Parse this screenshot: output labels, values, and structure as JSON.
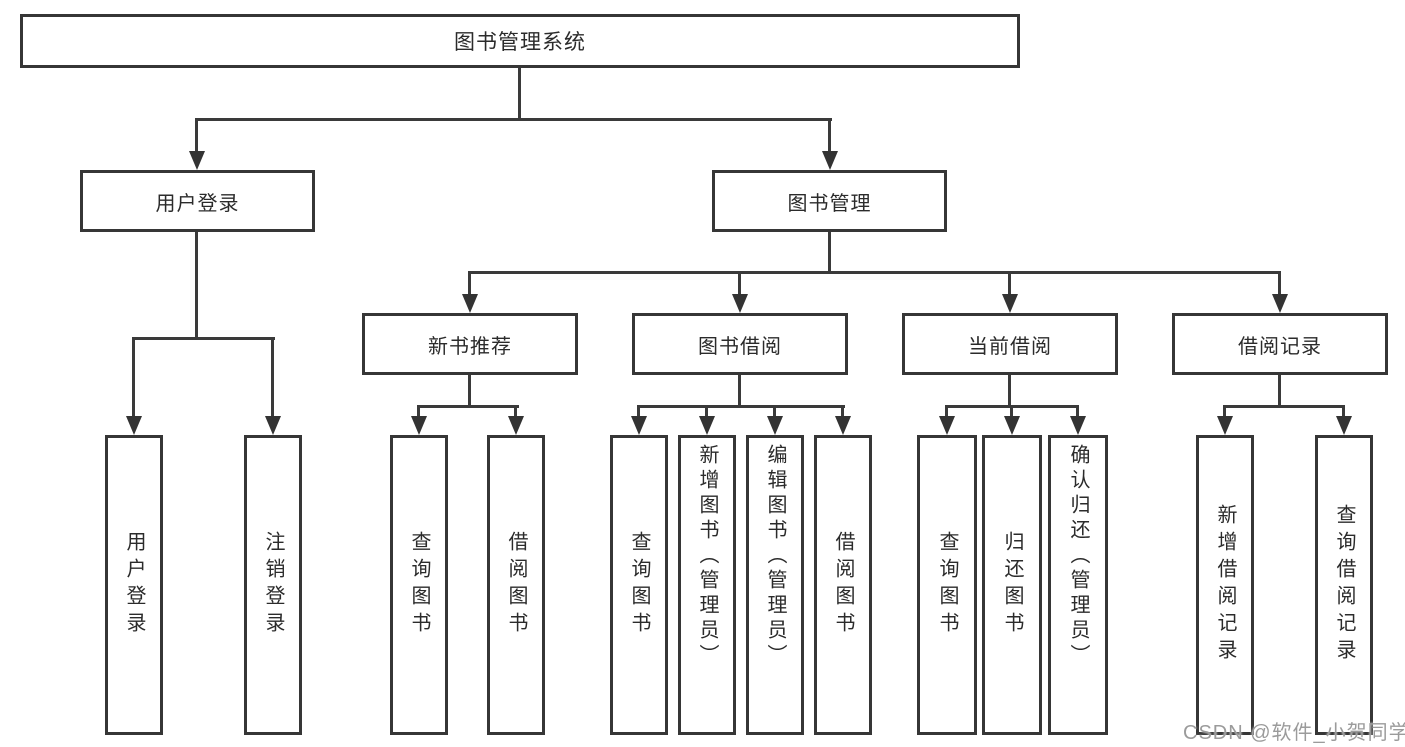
{
  "tree": {
    "root": "图书管理系统",
    "branches": [
      {
        "label": "用户登录",
        "children": [
          "用户登录",
          "注销登录"
        ]
      },
      {
        "label": "图书管理",
        "groups": [
          {
            "label": "新书推荐",
            "children": [
              "查询图书",
              "借阅图书"
            ]
          },
          {
            "label": "图书借阅",
            "children": [
              "查询图书",
              "新增图书（管理员）",
              "编辑图书（管理员）",
              "借阅图书"
            ]
          },
          {
            "label": "当前借阅",
            "children": [
              "查询图书",
              "归还图书",
              "确认归还（管理员）"
            ]
          },
          {
            "label": "借阅记录",
            "children": [
              "新增借阅记录",
              "查询借阅记录"
            ]
          }
        ]
      }
    ]
  },
  "watermark": "CSDN @软件_小贺同学",
  "colors": {
    "line": "#3a3a3a",
    "border": "#363636",
    "text": "#2b2b2b",
    "watermark": "#9b9b9b"
  }
}
